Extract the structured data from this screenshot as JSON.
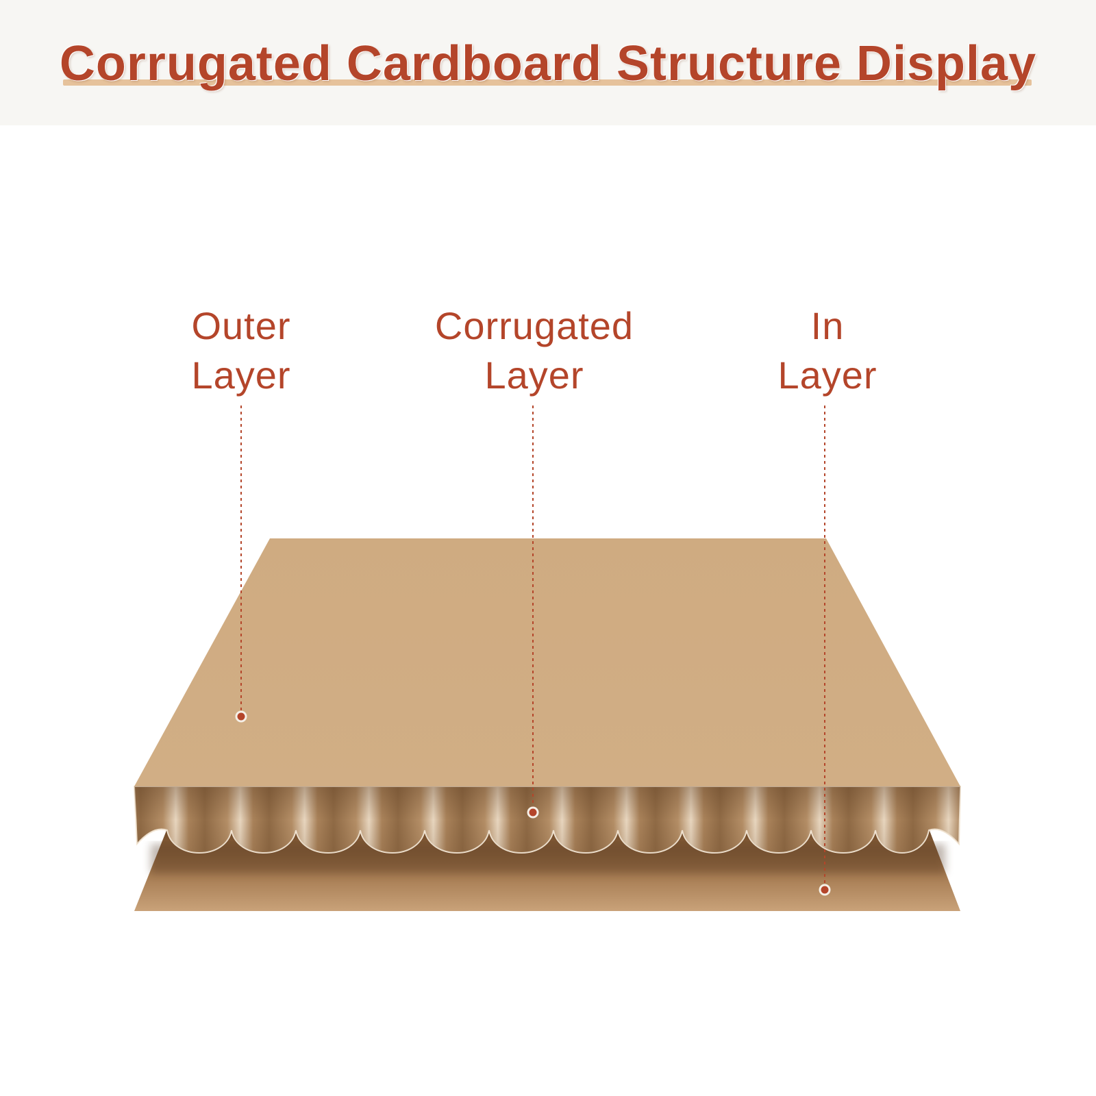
{
  "title": "Corrugated Cardboard Structure Display",
  "colors": {
    "accent": "#b4452a",
    "underline": "#e6c29b",
    "header_background": "#f7f6f3",
    "outer_layer": "#d0ad83",
    "inner_layer": "#c49a6c",
    "flute": "#b08a62"
  },
  "labels": [
    {
      "id": "outer",
      "line1": "Outer",
      "line2": "Layer"
    },
    {
      "id": "corrugated",
      "line1": "Corrugated",
      "line2": "Layer"
    },
    {
      "id": "inner",
      "line1": "In",
      "line2": "Layer"
    }
  ]
}
